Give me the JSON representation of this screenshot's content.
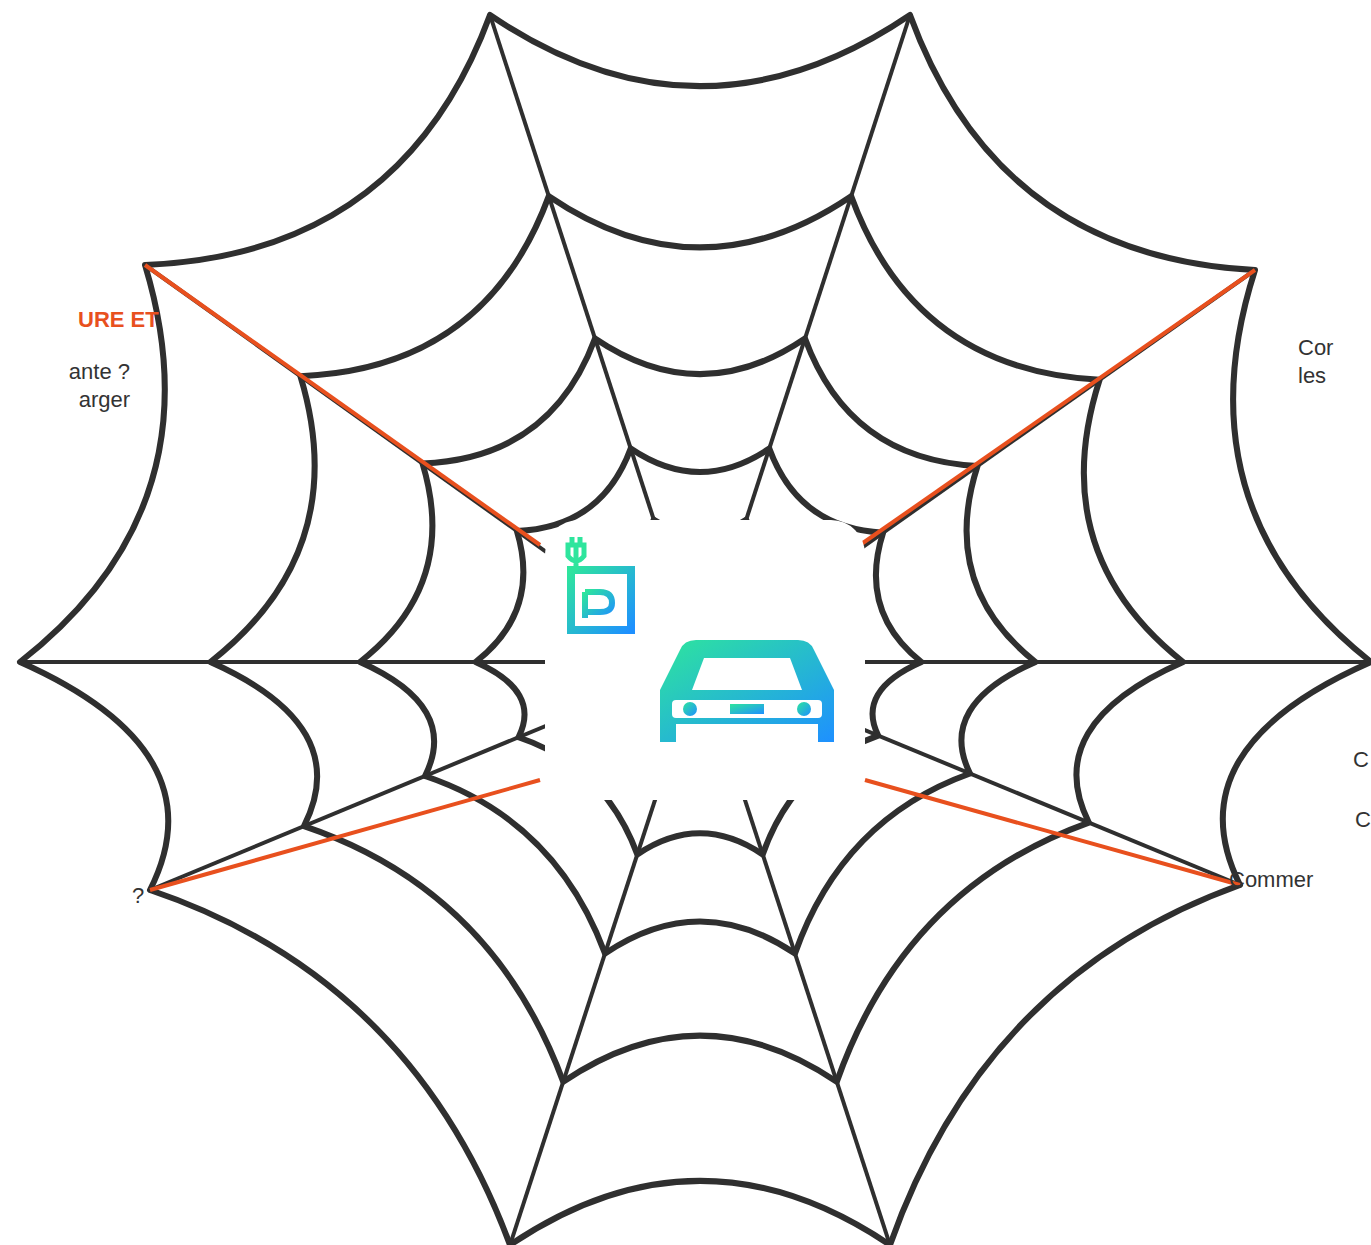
{
  "diagram": {
    "labels": [
      "URE ET",
      "ante ? arger",
      "Cor les",
      "C",
      "C",
      "Commer",
      "?"
    ]
  }
}
